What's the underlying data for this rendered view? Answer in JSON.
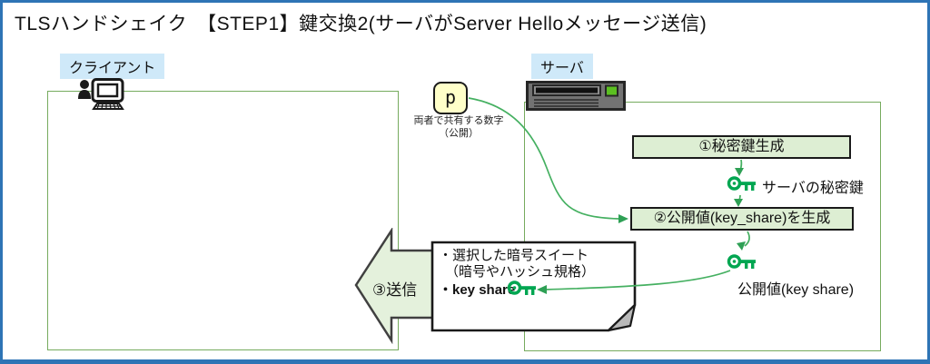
{
  "title": "TLSハンドシェイク　【STEP1】鍵交換2(サーバがServer Helloメッセージ送信)",
  "actors": {
    "client": {
      "label": "クライアント"
    },
    "server": {
      "label": "サーバ"
    }
  },
  "shared_number": {
    "symbol": "p",
    "caption_line1": "両者で共有する数字",
    "caption_line2": "（公開）"
  },
  "server_steps": {
    "step1": "①秘密鍵生成",
    "step2": "②公開値(key_share)を生成"
  },
  "key_labels": {
    "server_private_key": "サーバの秘密鍵",
    "public_value": "公開値(key share)"
  },
  "send_arrow": {
    "label": "③送信"
  },
  "message_note": {
    "line1": "・選択した暗号スイート",
    "line2": "（暗号やハッシュ規格）",
    "line3": "・key share"
  },
  "colors": {
    "frame_border": "#2e74b5",
    "actor_label_bg": "#cfe9f9",
    "zone_border": "#76ab5e",
    "step_box_bg": "#ddeed3",
    "send_arrow_fill": "#e4f1dc",
    "key_green": "#00a651",
    "connector_green": "#45b061",
    "note_fold_gray": "#b9b9b9",
    "shared_number_bg": "#ffffc9"
  }
}
